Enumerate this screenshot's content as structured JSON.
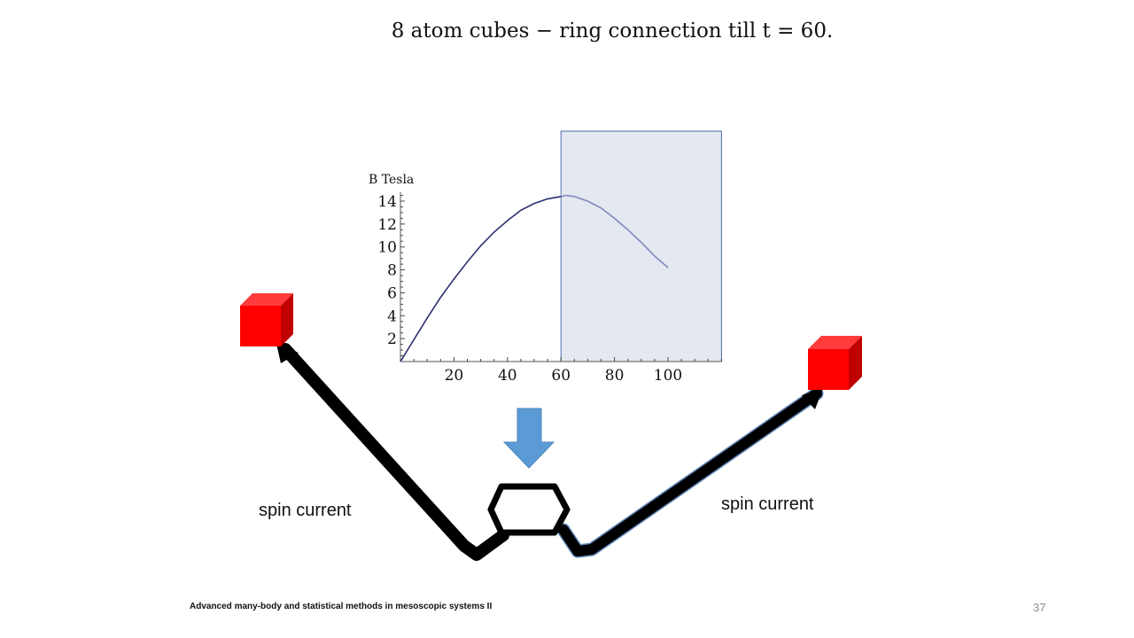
{
  "slide": {
    "title": "8 atom cubes − ring connection till t = 60.",
    "footer_text": "Advanced many-body and statistical methods in mesoscopic systems II",
    "page_number": "37"
  },
  "labels": {
    "spin_current_left": "spin current",
    "spin_current_right": "spin current"
  },
  "colors": {
    "cube_front": "#ff0000",
    "cube_top": "#ff3b3b",
    "cube_side": "#c00000",
    "down_arrow": "#5b9bd5",
    "highlight_fill": "#e4e8f0",
    "highlight_stroke": "#4a6fa8",
    "curve_solid": "#2b2f70",
    "curve_faded": "#8088c0",
    "connector": "#000000"
  },
  "icons": {
    "left_cube": "red-cube-icon",
    "right_cube": "red-cube-icon",
    "down_arrow": "down-arrow-icon",
    "ring": "hexagon-ring-icon"
  },
  "chart_data": {
    "type": "line",
    "ylabel": "B Tesla",
    "xlabel": "",
    "x_ticks": [
      20,
      40,
      60,
      80,
      100
    ],
    "x_tick_labels": [
      "20",
      "40",
      "60",
      "80",
      "100"
    ],
    "y_ticks": [
      2,
      4,
      6,
      8,
      10,
      12,
      14
    ],
    "y_tick_labels": [
      "2",
      "4",
      "6",
      "8",
      "10",
      "12",
      "14"
    ],
    "xlim": [
      0,
      120
    ],
    "ylim": [
      0,
      14.8
    ],
    "highlight_region": [
      60,
      120
    ],
    "series": [
      {
        "x": [
          0,
          5,
          10,
          15,
          20,
          25,
          30,
          35,
          40,
          45,
          50,
          55,
          60,
          62,
          65,
          70,
          75,
          80,
          85,
          90,
          95,
          100
        ],
        "y": [
          0,
          1.9,
          3.8,
          5.6,
          7.2,
          8.7,
          10.1,
          11.3,
          12.3,
          13.2,
          13.8,
          14.2,
          14.4,
          14.5,
          14.4,
          14.0,
          13.4,
          12.5,
          11.5,
          10.4,
          9.2,
          8.2
        ]
      }
    ]
  }
}
